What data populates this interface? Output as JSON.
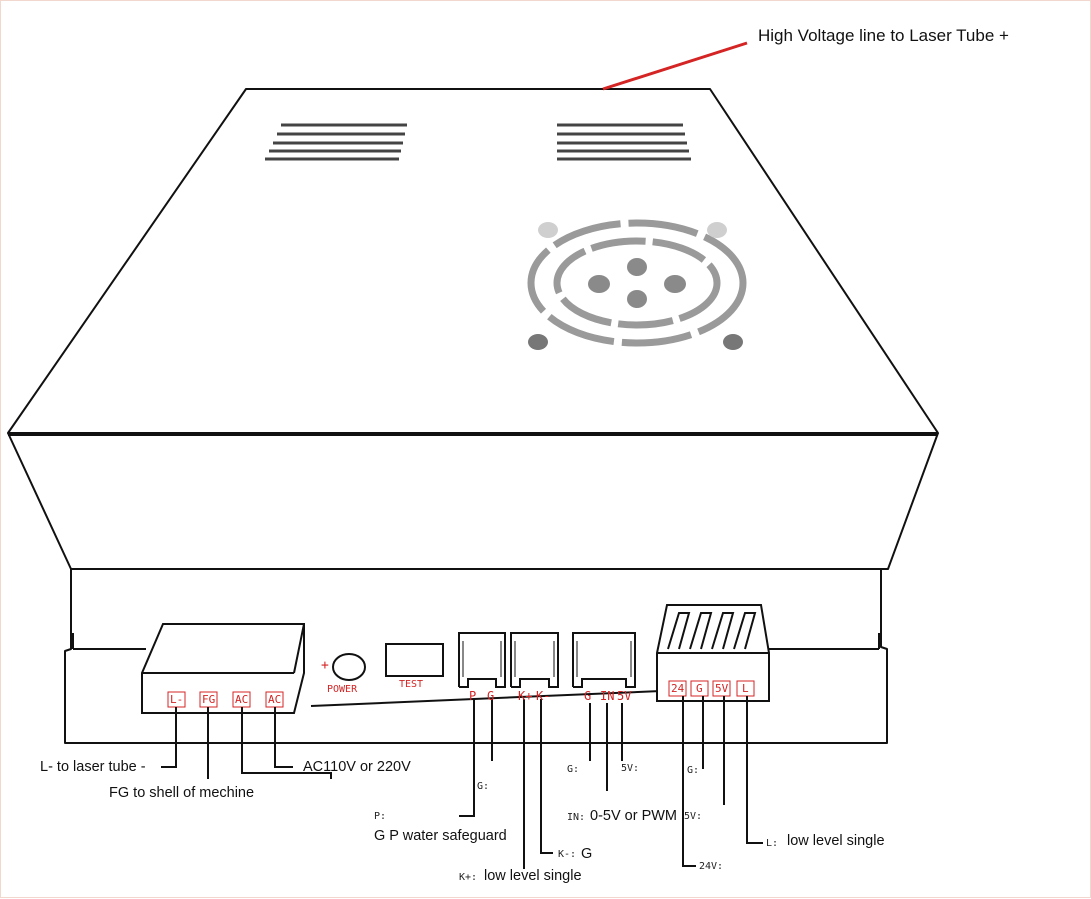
{
  "colors": {
    "accent_red": "#d42424",
    "outline": "#111111",
    "fan_grey": "#8a8a8a"
  },
  "panel": {
    "power": "POWER",
    "power_plus": "+",
    "test": "TEST",
    "left_terminals": [
      "L-",
      "FG",
      "AC",
      "AC"
    ],
    "p_g": {
      "p": "P",
      "g": "G"
    },
    "k_pair": {
      "kp": "K+",
      "km": "K-"
    },
    "g_in_5v": {
      "g": "G",
      "in": "IN",
      "v5": "5V"
    },
    "right_terminals": [
      "24",
      "G",
      "5V",
      "L"
    ]
  },
  "labels": {
    "hv_line": "High Voltage line to Laser Tube +",
    "l_minus": "L- to laser tube -",
    "fg": "FG to shell of mechine",
    "ac": "AC110V or 220V",
    "g1": "G:",
    "p_prefix": "P:",
    "water": "G P water safeguard",
    "k_minus_prefix": "K-:",
    "k_minus_text": "G",
    "k_plus_prefix": "K+:",
    "k_plus_text": "low level single",
    "g2": "G:",
    "v5a": "5V:",
    "in_prefix": "IN:",
    "in_text": "0-5V or PWM",
    "g3": "G:",
    "v5b": "5V:",
    "l_prefix": "L:",
    "l_text": "low level single",
    "v24": "24V:"
  }
}
